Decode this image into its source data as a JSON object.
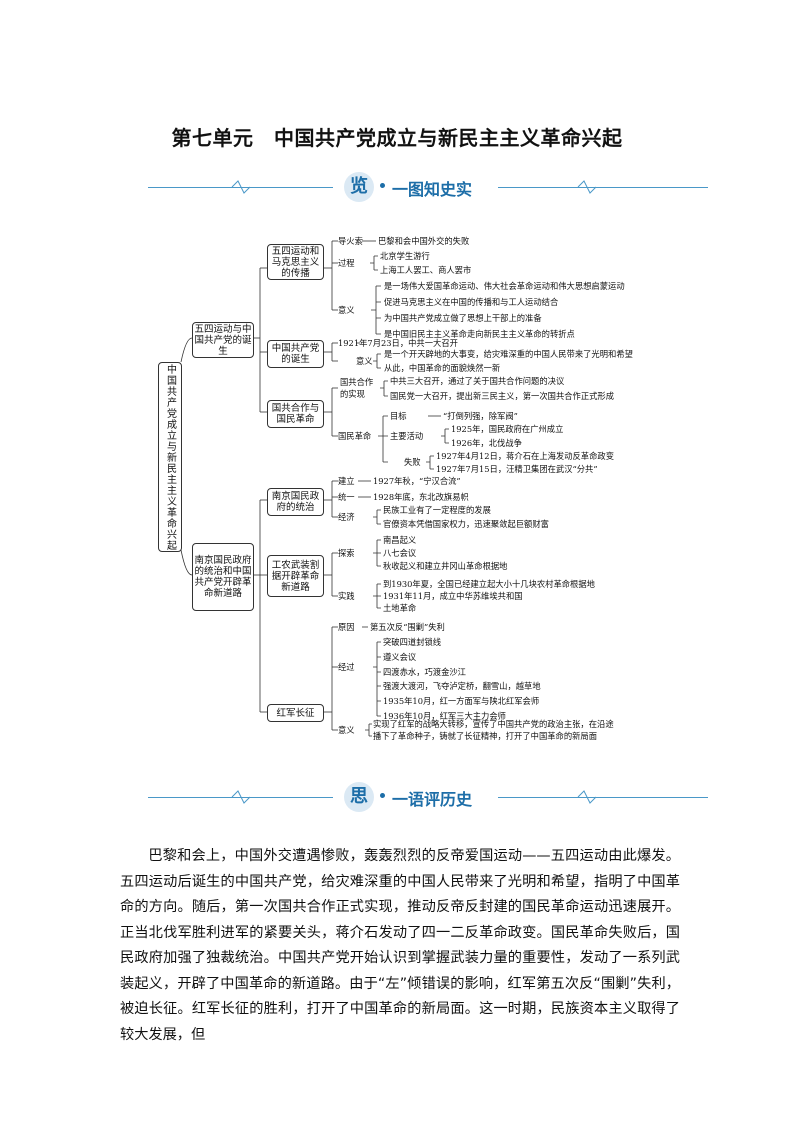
{
  "title": "第七单元　中国共产党成立与新民主主义革命兴起",
  "banner1": {
    "char": "览",
    "label": "一图知史实"
  },
  "banner2": {
    "char": "思",
    "label": "一语评历史"
  },
  "map": {
    "root": "中国共产党成立与新民主主义革命兴起",
    "b1": "五四运动与中国共产党的诞生",
    "b2": "南京国民政府的统治和中国共产党开辟革命新道路",
    "s1": "五四运动和马克思主义的传播",
    "s2": "中国共产党的诞生",
    "s3": "国共合作与国民革命",
    "s4": "南京国民政府的统治",
    "s5": "工农武装割据开辟革命新道路",
    "s6": "红军长征",
    "s1_fuse_label": "导火索",
    "s1_fuse": "巴黎和会中国外交的失败",
    "s1_proc_label": "过程",
    "s1_proc": [
      "北京学生游行",
      "上海工人罢工、商人罢市"
    ],
    "s1_sig_label": "意义",
    "s1_sig": [
      "是一场伟大爱国革命运动、伟大社会革命运动和伟大思想启蒙运动",
      "促进马克思主义在中国的传播和与工人运动结合",
      "为中国共产党成立做了思想上干部上的准备",
      "是中国旧民主主义革命走向新民主主义革命的转折点"
    ],
    "s2_date": "1921年7月23日，中共一大召开",
    "s2_sig_label": "意义",
    "s2_sig": [
      "是一个开天辟地的大事变，给灾难深重的中国人民带来了光明和希望",
      "从此，中国革命的面貌焕然一新"
    ],
    "s3_coop_label": "国共合作的实现",
    "s3_coop": [
      "中共三大召开，通过了关于国共合作问题的决议",
      "国民党一大召开，提出新三民主义，第一次国共合作正式形成"
    ],
    "s3_rev_label": "国民革命",
    "s3_goal_label": "目标",
    "s3_goal": "“打倒列强，除军阀”",
    "s3_act_label": "主要活动",
    "s3_act": [
      "1925年，国民政府在广州成立",
      "1926年，北伐战争"
    ],
    "s3_fail_label": "失败",
    "s3_fail": [
      "1927年4月12日，蒋介石在上海发动反革命政变",
      "1927年7月15日，汪精卫集团在武汉“分共”"
    ],
    "s4_est_label": "建立",
    "s4_est": "1927年秋，“宁汉合流”",
    "s4_uni_label": "统一",
    "s4_uni": "1928年底，东北改旗易帜",
    "s4_eco_label": "经济",
    "s4_eco": [
      "民族工业有了一定程度的发展",
      "官僚资本凭借国家权力，迅速聚敛起巨额财富"
    ],
    "s5_exp_label": "探索",
    "s5_exp": [
      "南昌起义",
      "八七会议",
      "秋收起义和建立井冈山革命根据地"
    ],
    "s5_prac_label": "实践",
    "s5_prac": [
      "到1930年夏，全国已经建立起大小十几块农村革命根据地",
      "1931年11月，成立中华苏维埃共和国",
      "土地革命"
    ],
    "s6_cause_label": "原因",
    "s6_cause": "第五次反“围剿”失利",
    "s6_proc_label": "经过",
    "s6_proc": [
      "突破四道封锁线",
      "遵义会议",
      "四渡赤水，巧渡金沙江",
      "强渡大渡河，飞夺泸定桥，翻雪山，越草地",
      "1935年10月，红一方面军与陕北红军会师",
      "1936年10月，红军三大主力会师"
    ],
    "s6_sig_label": "意义",
    "s6_sig": [
      "实现了红军的战略大转移，宣传了中国共产党的政治主张，在沿途",
      "播下了革命种子，铸就了长征精神，打开了中国革命的新局面"
    ]
  },
  "paragraph": "巴黎和会上，中国外交遭遇惨败，轰轰烈烈的反帝爱国运动——五四运动由此爆发。五四运动后诞生的中国共产党，给灾难深重的中国人民带来了光明和希望，指明了中国革命的方向。随后，第一次国共合作正式实现，推动反帝反封建的国民革命运动迅速展开。正当北伐军胜利进军的紧要关头，蒋介石发动了四一二反革命政变。国民革命失败后，国民政府加强了独裁统治。中国共产党开始认识到掌握武装力量的重要性，发动了一系列武装起义，开辟了中国革命的新道路。由于“左”倾错误的影响，红军第五次反“围剿”失利，被迫长征。红军长征的胜利，打开了中国革命的新局面。这一时期，民族资本主义取得了较大发展，但"
}
